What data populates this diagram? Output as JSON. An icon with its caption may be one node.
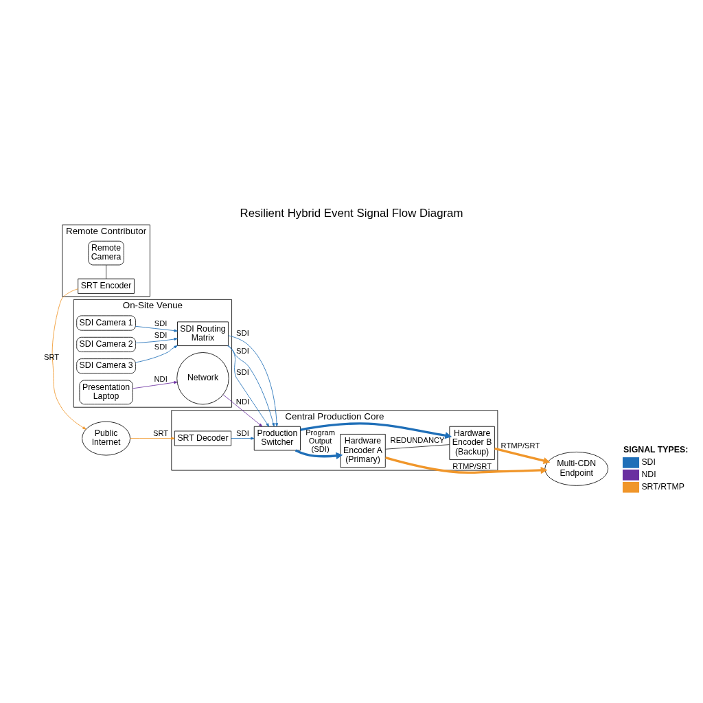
{
  "diagram": {
    "title": "Resilient Hybrid Event Signal Flow Diagram",
    "nodes": [
      {
        "text": [
          "On-Site Venue"
        ]
      },
      {
        "text": [
          "SDI Camera 1"
        ],
        "in": 0
      },
      {
        "text": [
          "SDI Camera 2"
        ],
        "in": 0
      },
      {
        "text": [
          "SDI Camera 3"
        ],
        "in": 0
      },
      {
        "text": [
          "SDI Routing Matrix"
        ],
        "in": 0
      },
      {
        "text": [
          "Presentation Laptop"
        ],
        "in": 0
      },
      {
        "text": [
          "Network"
        ],
        "in": 0
      },
      {
        "text": [
          "Central Production Core"
        ]
      },
      {
        "text": [
          "Production Switcher"
        ],
        "in": 7
      },
      {
        "text": [
          "Hardware Encoder A (Primary)"
        ],
        "in": 7
      },
      {
        "text": [
          "Hardware Encoder B (Backup)"
        ],
        "in": 7
      },
      {
        "text": [
          "SRT Decoder"
        ],
        "in": 7
      },
      {
        "text": [
          "Remote Contributor"
        ]
      },
      {
        "text": [
          "Remote Camera"
        ],
        "in": 12
      },
      {
        "text": [
          "SRT Encoder"
        ],
        "in": 12
      },
      {
        "text": [
          "Public Internet"
        ]
      },
      {
        "text": [
          "Multi-CDN Endpoint"
        ]
      }
    ],
    "edges": [
      {
        "from": 1,
        "to": 4,
        "arrow": "to",
        "label": "SDI"
      },
      {
        "from": 2,
        "to": 4,
        "arrow": "to",
        "label": "SDI"
      },
      {
        "from": 3,
        "to": 4,
        "arrow": "to",
        "label": "SDI"
      },
      {
        "from": 4,
        "to": 8,
        "arrow": "to",
        "label": "SDI"
      },
      {
        "from": 4,
        "to": 8,
        "arrow": "to",
        "label": "SDI"
      },
      {
        "from": 4,
        "to": 8,
        "arrow": "to",
        "label": "SDI"
      },
      {
        "from": 5,
        "to": 6,
        "arrow": "to",
        "label": "NDI",
        "color": "#6a2fa0"
      },
      {
        "from": 6,
        "to": 8,
        "arrow": "to",
        "label": "NDI",
        "color": "#6a2fa0"
      },
      {
        "from": 8,
        "to": 9,
        "arrow": "to",
        "label": "Program Output (SDI)",
        "style": "thick"
      },
      {
        "from": 8,
        "to": 10,
        "arrow": "to",
        "style": "thick"
      },
      {
        "from": 9,
        "to": 10,
        "arrow": "none",
        "label": "REDUNDANCY",
        "color": "#222222"
      },
      {
        "from": 9,
        "to": 16,
        "arrow": "to",
        "label": "RTMP/SRT",
        "style": "thick",
        "color": "#f0962a"
      },
      {
        "from": 10,
        "to": 16,
        "arrow": "to",
        "label": "RTMP/SRT",
        "style": "thick",
        "color": "#f0962a"
      },
      {
        "from": 13,
        "to": 14,
        "arrow": "none",
        "color": "#222222"
      },
      {
        "from": 14,
        "to": 15,
        "arrow": "to",
        "label": "SRT",
        "color": "#f0962a"
      },
      {
        "from": 15,
        "to": 11,
        "arrow": "to",
        "label": "SRT",
        "color": "#f0962a"
      },
      {
        "from": 11,
        "to": 8,
        "arrow": "to",
        "label": "SDI"
      }
    ],
    "labels": [
      "SIGNAL TYPES:"
    ],
    "legend": [
      {
        "text": "SDI",
        "color": "#1f6fb8"
      },
      {
        "text": "NDI",
        "color": "#6a2fa0"
      },
      {
        "text": "SRT/RTMP",
        "color": "#f0962a"
      }
    ]
  }
}
